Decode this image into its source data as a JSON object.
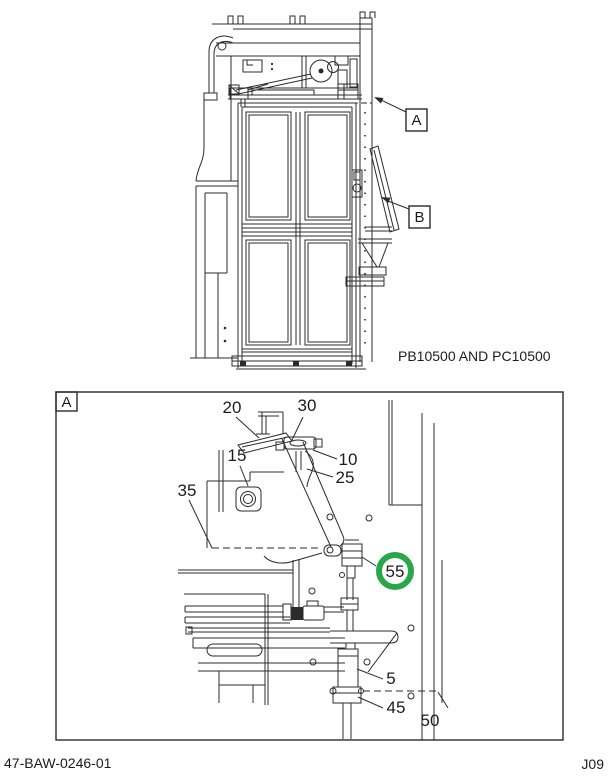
{
  "upper_figure": {
    "caption": "PB10500 AND PC10500",
    "view_ref_a": "A",
    "view_ref_b": "B"
  },
  "detail_figure": {
    "corner_label": "A",
    "callouts": {
      "c20": "20",
      "c30": "30",
      "c15": "15",
      "c10": "10",
      "c25": "25",
      "c35": "35",
      "c55": "55",
      "c5": "5",
      "c45": "45",
      "c50": "50"
    },
    "highlight_color": "#28a84b"
  },
  "footer": {
    "doc_number": "47-BAW-0246-01",
    "page_code": "J09"
  },
  "colors": {
    "ink": "#2b2b2b",
    "background": "#ffffff"
  }
}
